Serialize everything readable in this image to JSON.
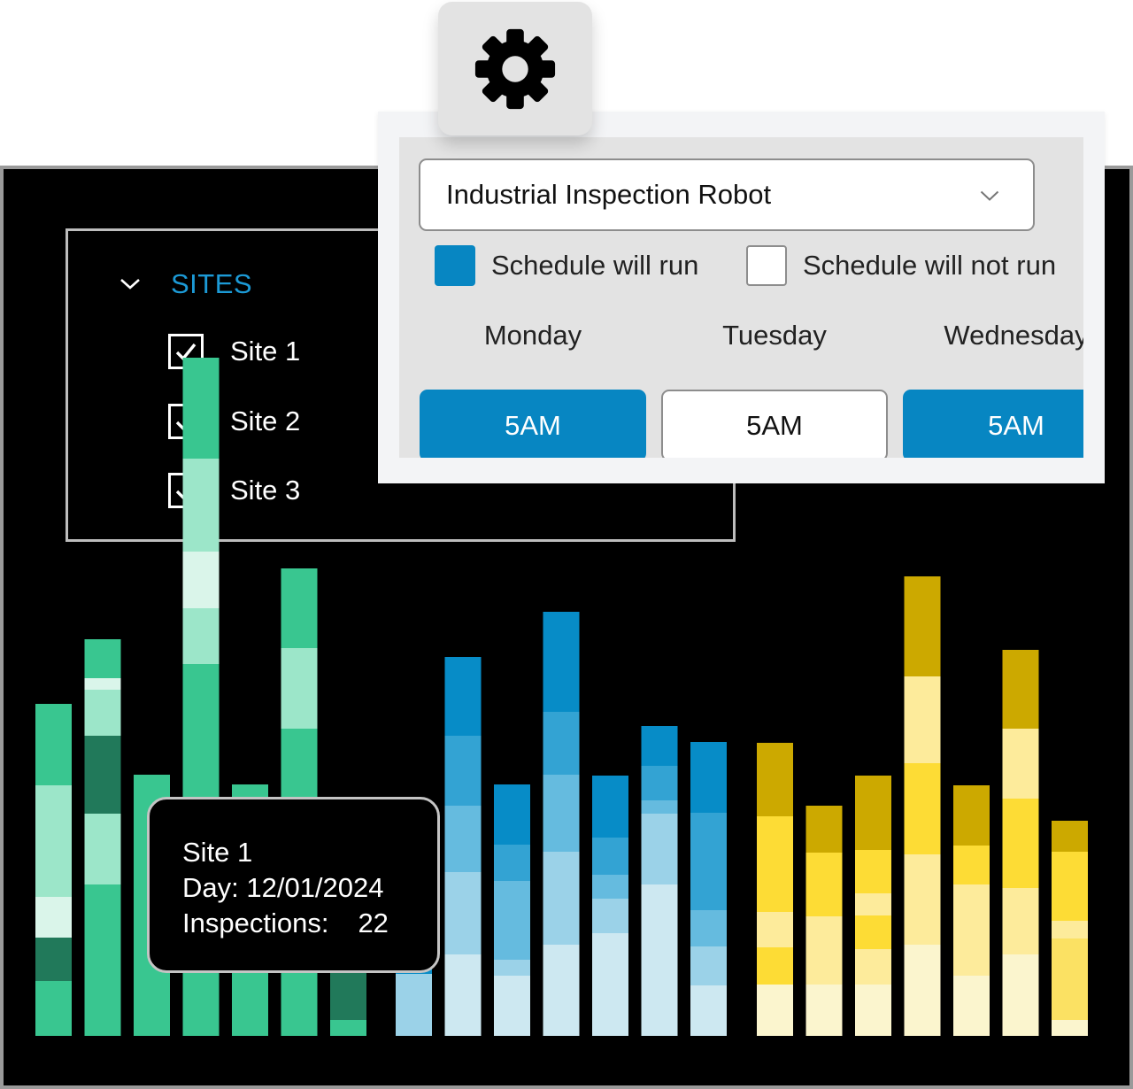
{
  "colors": {
    "accent_blue": "#0786c2",
    "sites_title": "#1c9ad6",
    "green_series": [
      "#39c690",
      "#9ce6c9",
      "#daf5ea",
      "#21795a"
    ],
    "blue_series": [
      "#078cc7",
      "#33a3d3",
      "#65bbdf",
      "#9bd2e8",
      "#cde8f1"
    ],
    "yellow_series": [
      "#cca900",
      "#fddc35",
      "#fdeb9b",
      "#fbf5ce",
      "#fbe163"
    ]
  },
  "settings": {
    "icon": "gear-icon",
    "robot_select": {
      "value": "Industrial Inspection Robot",
      "icon": "chevron-down-icon"
    },
    "legend": {
      "run": "Schedule will run",
      "not_run": "Schedule will not run"
    },
    "days": [
      {
        "name": "Monday",
        "time": "5AM",
        "runs": true
      },
      {
        "name": "Tuesday",
        "time": "5AM",
        "runs": false
      },
      {
        "name": "Wednesday",
        "time": "5AM",
        "runs": true
      }
    ]
  },
  "sites_panel": {
    "title": "SITES",
    "sites": [
      {
        "label": "Site 1",
        "checked": true
      },
      {
        "label": "Site 2",
        "checked": true
      },
      {
        "label": "Site 3",
        "checked": true
      }
    ]
  },
  "tooltip": {
    "site": "Site 1",
    "day_label": "Day: ",
    "day_value": "12/01/2024",
    "inspections_label": "Inspections:",
    "inspections_value": "22"
  },
  "chart_data": {
    "type": "bar",
    "stacked": true,
    "groups": [
      {
        "palette": "green",
        "bars": [
          [
            [
              0,
              62
            ],
            [
              3,
              49
            ],
            [
              2,
              46
            ],
            [
              1,
              126
            ],
            [
              0,
              92
            ]
          ],
          [
            [
              0,
              171
            ],
            [
              1,
              80
            ],
            [
              3,
              88
            ],
            [
              1,
              52
            ],
            [
              2,
              13
            ],
            [
              0,
              44
            ]
          ],
          [
            [
              0,
              295
            ]
          ],
          [
            [
              0,
              420
            ],
            [
              1,
              63
            ],
            [
              2,
              64
            ],
            [
              1,
              105
            ],
            [
              0,
              114
            ]
          ],
          [
            [
              0,
              284
            ]
          ],
          [
            [
              0,
              347
            ],
            [
              1,
              91
            ],
            [
              0,
              90
            ]
          ],
          [
            [
              0,
              18
            ],
            [
              3,
              70
            ],
            [
              0,
              20
            ]
          ]
        ]
      },
      {
        "palette": "blue",
        "bars": [
          [
            [
              3,
              70
            ],
            [
              0,
              40
            ]
          ],
          [
            [
              4,
              92
            ],
            [
              3,
              93
            ],
            [
              2,
              75
            ],
            [
              1,
              79
            ],
            [
              0,
              89
            ]
          ],
          [
            [
              4,
              68
            ],
            [
              3,
              18
            ],
            [
              2,
              89
            ],
            [
              1,
              41
            ],
            [
              0,
              68
            ]
          ],
          [
            [
              4,
              103
            ],
            [
              3,
              105
            ],
            [
              2,
              87
            ],
            [
              1,
              71
            ],
            [
              0,
              113
            ]
          ],
          [
            [
              4,
              116
            ],
            [
              3,
              39
            ],
            [
              2,
              27
            ],
            [
              1,
              42
            ],
            [
              0,
              70
            ]
          ],
          [
            [
              4,
              171
            ],
            [
              3,
              80
            ],
            [
              2,
              15
            ],
            [
              1,
              39
            ],
            [
              0,
              45
            ]
          ],
          [
            [
              4,
              57
            ],
            [
              3,
              44
            ],
            [
              2,
              41
            ],
            [
              1,
              110
            ],
            [
              0,
              80
            ]
          ]
        ]
      },
      {
        "palette": "yellow",
        "bars": [
          [
            [
              3,
              58
            ],
            [
              1,
              42
            ],
            [
              2,
              40
            ],
            [
              1,
              108
            ],
            [
              0,
              83
            ]
          ],
          [
            [
              3,
              58
            ],
            [
              2,
              45
            ],
            [
              2,
              32
            ],
            [
              1,
              72
            ],
            [
              0,
              53
            ]
          ],
          [
            [
              3,
              58
            ],
            [
              2,
              40
            ],
            [
              1,
              38
            ],
            [
              2,
              25
            ],
            [
              1,
              49
            ],
            [
              0,
              84
            ]
          ],
          [
            [
              3,
              103
            ],
            [
              2,
              102
            ],
            [
              1,
              103
            ],
            [
              2,
              98
            ],
            [
              0,
              113
            ]
          ],
          [
            [
              3,
              68
            ],
            [
              2,
              16
            ],
            [
              2,
              87
            ],
            [
              1,
              44
            ],
            [
              0,
              68
            ]
          ],
          [
            [
              3,
              92
            ],
            [
              2,
              75
            ],
            [
              1,
              101
            ],
            [
              2,
              79
            ],
            [
              0,
              89
            ]
          ],
          [
            [
              3,
              18
            ],
            [
              4,
              92
            ],
            [
              2,
              20
            ],
            [
              1,
              78
            ],
            [
              0,
              35
            ]
          ]
        ]
      }
    ]
  }
}
